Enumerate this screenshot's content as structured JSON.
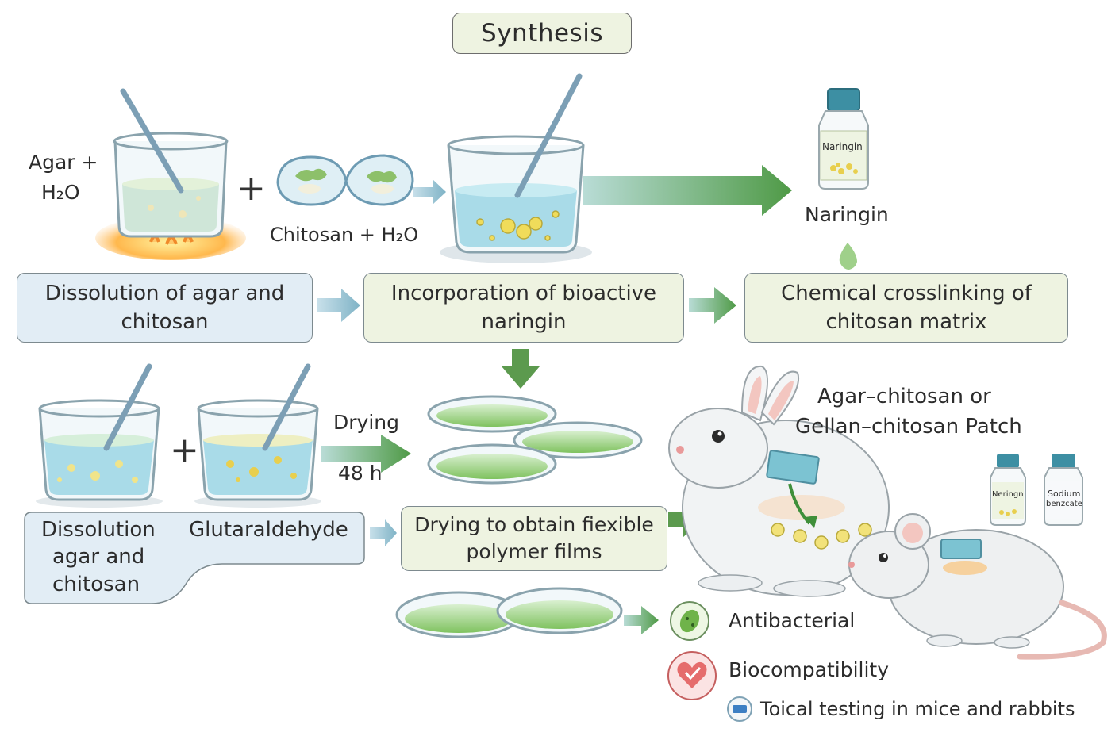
{
  "title": "Synthesis",
  "labels": {
    "agar_water_line1": "Agar +",
    "agar_water_line2": "H₂O",
    "chitosan_water": "Chitosan + H₂O",
    "naringin_bottle": "Naringin",
    "naringin": "Naringin",
    "drying": "Drying",
    "drying_time": "48 h",
    "patch_line1": "Agar–chitosan or",
    "patch_line2": "Gellan–chitosan Patch",
    "small_bottle_1": "Neringn",
    "small_bottle_2_line1": "Sodium",
    "small_bottle_2_line2": "benzcate"
  },
  "steps": {
    "dissolution": "Dissolution of agar and chitosan",
    "incorporation": "Incorporation of bioactive naringin",
    "crosslinking": "Chemical crosslinking of chitosan matrix",
    "dissolution2_line1": "Dissolution",
    "dissolution2_line2": "agar and",
    "dissolution2_line3": "chitosan",
    "glutaraldehyde": "Glutaraldehyde",
    "drying_films": "Drying to obtain fiexible polymer films"
  },
  "outcomes": {
    "antibacterial": "Antibacterial",
    "biocompatibility": "Biocompatibility",
    "topical": "Toical testing in mice and rabbits"
  },
  "colors": {
    "arrow_blue": "#8cbccb",
    "arrow_green": "#5c9a4e",
    "box_blue": "#e2edf5",
    "box_green": "#eef3e1",
    "liquid": "#a9dbe8"
  }
}
